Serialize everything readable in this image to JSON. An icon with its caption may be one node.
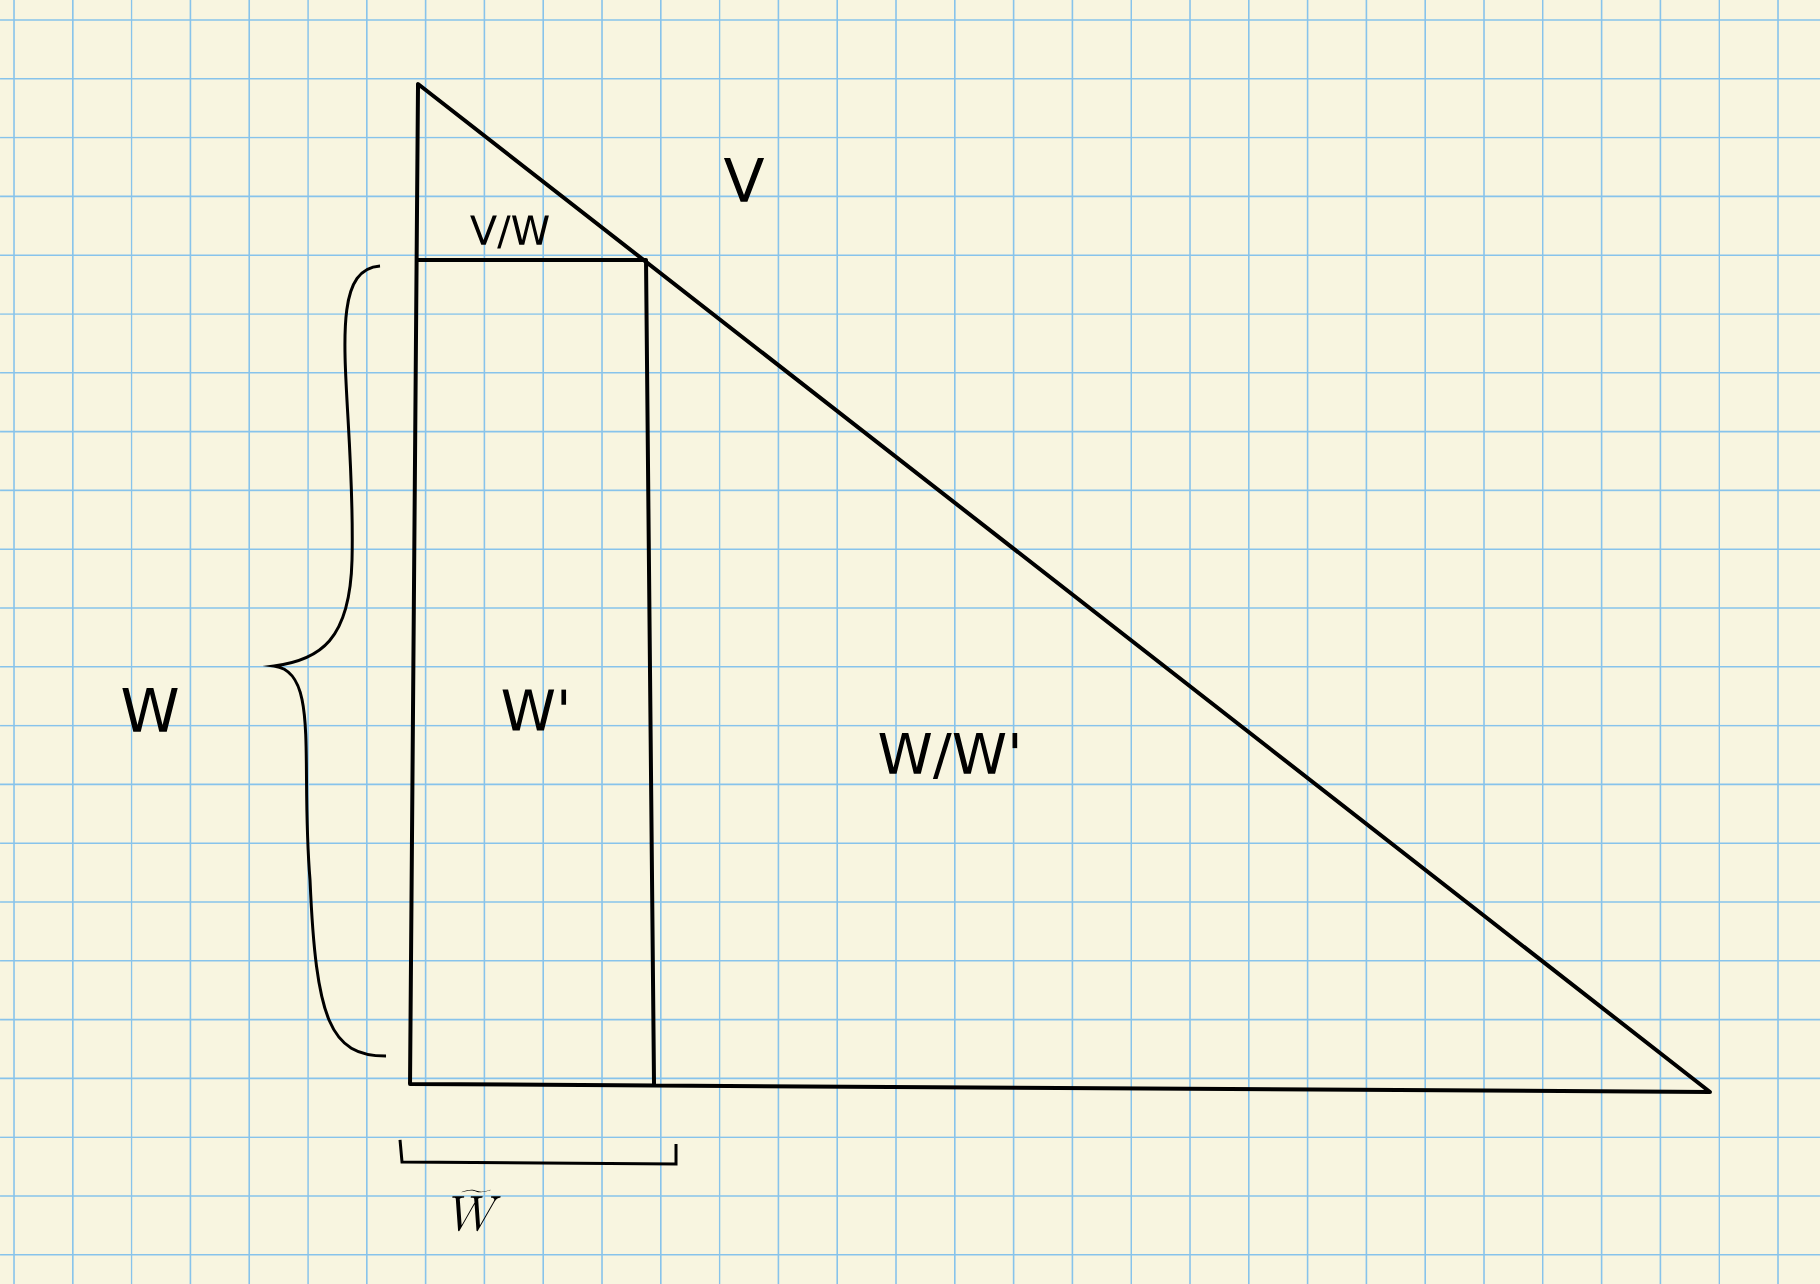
{
  "diagram": {
    "labels": [
      "V",
      "V/W",
      "W",
      "W'",
      "W/W'",
      "\\widetilde{W}"
    ]
  }
}
